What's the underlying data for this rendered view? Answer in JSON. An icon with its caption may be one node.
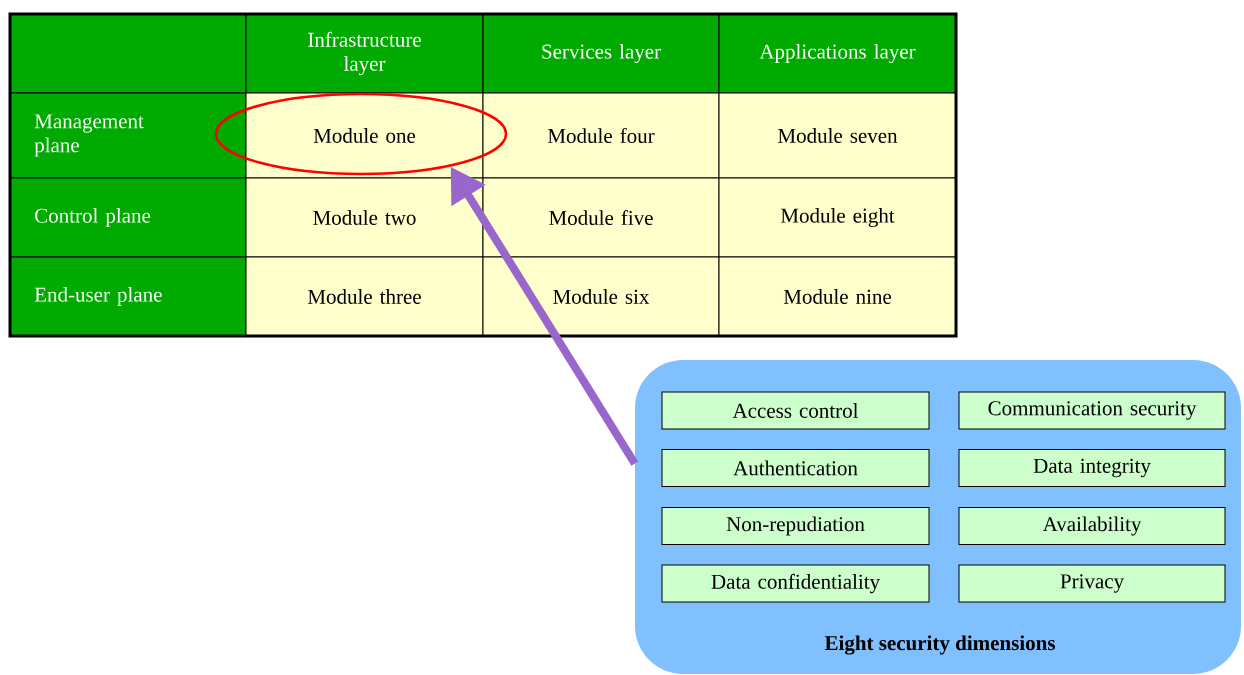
{
  "diagram": {
    "nodes": [
      {
        "text": [],
        "shape": "ellipse"
      },
      {
        "text": [
          "Eight security dimensions"
        ]
      },
      {
        "text": [
          "Access control"
        ],
        "in": 1
      },
      {
        "text": [
          "Communication security"
        ],
        "in": 1
      },
      {
        "text": [
          "Authentication"
        ],
        "in": 1
      },
      {
        "text": [
          "Data integrity"
        ],
        "in": 1
      },
      {
        "text": [
          "Non-repudiation"
        ],
        "in": 1
      },
      {
        "text": [
          "Availability"
        ],
        "in": 1
      },
      {
        "text": [
          "Data confidentiality"
        ],
        "in": 1
      },
      {
        "text": [
          "Privacy"
        ],
        "in": 1
      }
    ],
    "edges": [
      {
        "from": 1,
        "to": 0,
        "arrow": "to",
        "color": "#9966cc"
      }
    ],
    "labels": [
      "Infrastructure layer",
      "Services layer",
      "Applications layer",
      "Management plane",
      "Module one",
      "Module four",
      "Module seven",
      "Control plane",
      "Module two",
      "Module five",
      "Module eight",
      "End-user plane",
      "Module three",
      "Module six",
      "Module nine"
    ]
  }
}
